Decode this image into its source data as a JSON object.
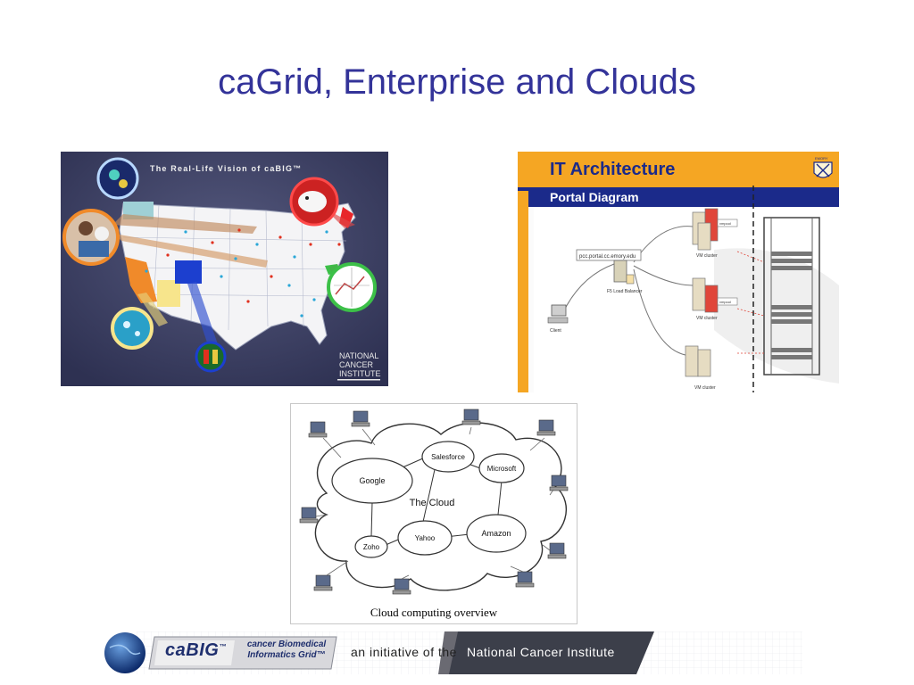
{
  "slide": {
    "title": "caGrid, Enterprise and Clouds"
  },
  "map_image": {
    "heading": "The Real-Life Vision of caBIG™",
    "logo_lines": [
      "NATIONAL",
      "CANCER",
      "INSTITUTE"
    ],
    "colors": {
      "background": "#3c3f63",
      "map_fill": "#f4f4f6"
    }
  },
  "architecture_image": {
    "title": "IT Architecture",
    "subtitle": "Portal Diagram",
    "emblem_label": "EMORY",
    "host_label": "pcc.portal.cc.emory.edu",
    "load_balancer_label": "F5 Load Balancer",
    "client_label": "Client",
    "cluster_label": "VM cluster",
    "tag_label": "vmpool",
    "colors": {
      "header": "#f5a623",
      "band": "#1b2a8a"
    }
  },
  "cloud_image": {
    "center_label": "The Cloud",
    "nodes": [
      "Google",
      "Salesforce",
      "Microsoft",
      "Amazon",
      "Yahoo",
      "Zoho"
    ],
    "caption": "Cloud computing overview"
  },
  "footer": {
    "brand": "caBIG",
    "tm": "™",
    "full_name_line1": "cancer Biomedical",
    "full_name_line2": "Informatics Grid™",
    "initiative_prefix": "an initiative of the",
    "initiative_org": "National Cancer Institute"
  }
}
